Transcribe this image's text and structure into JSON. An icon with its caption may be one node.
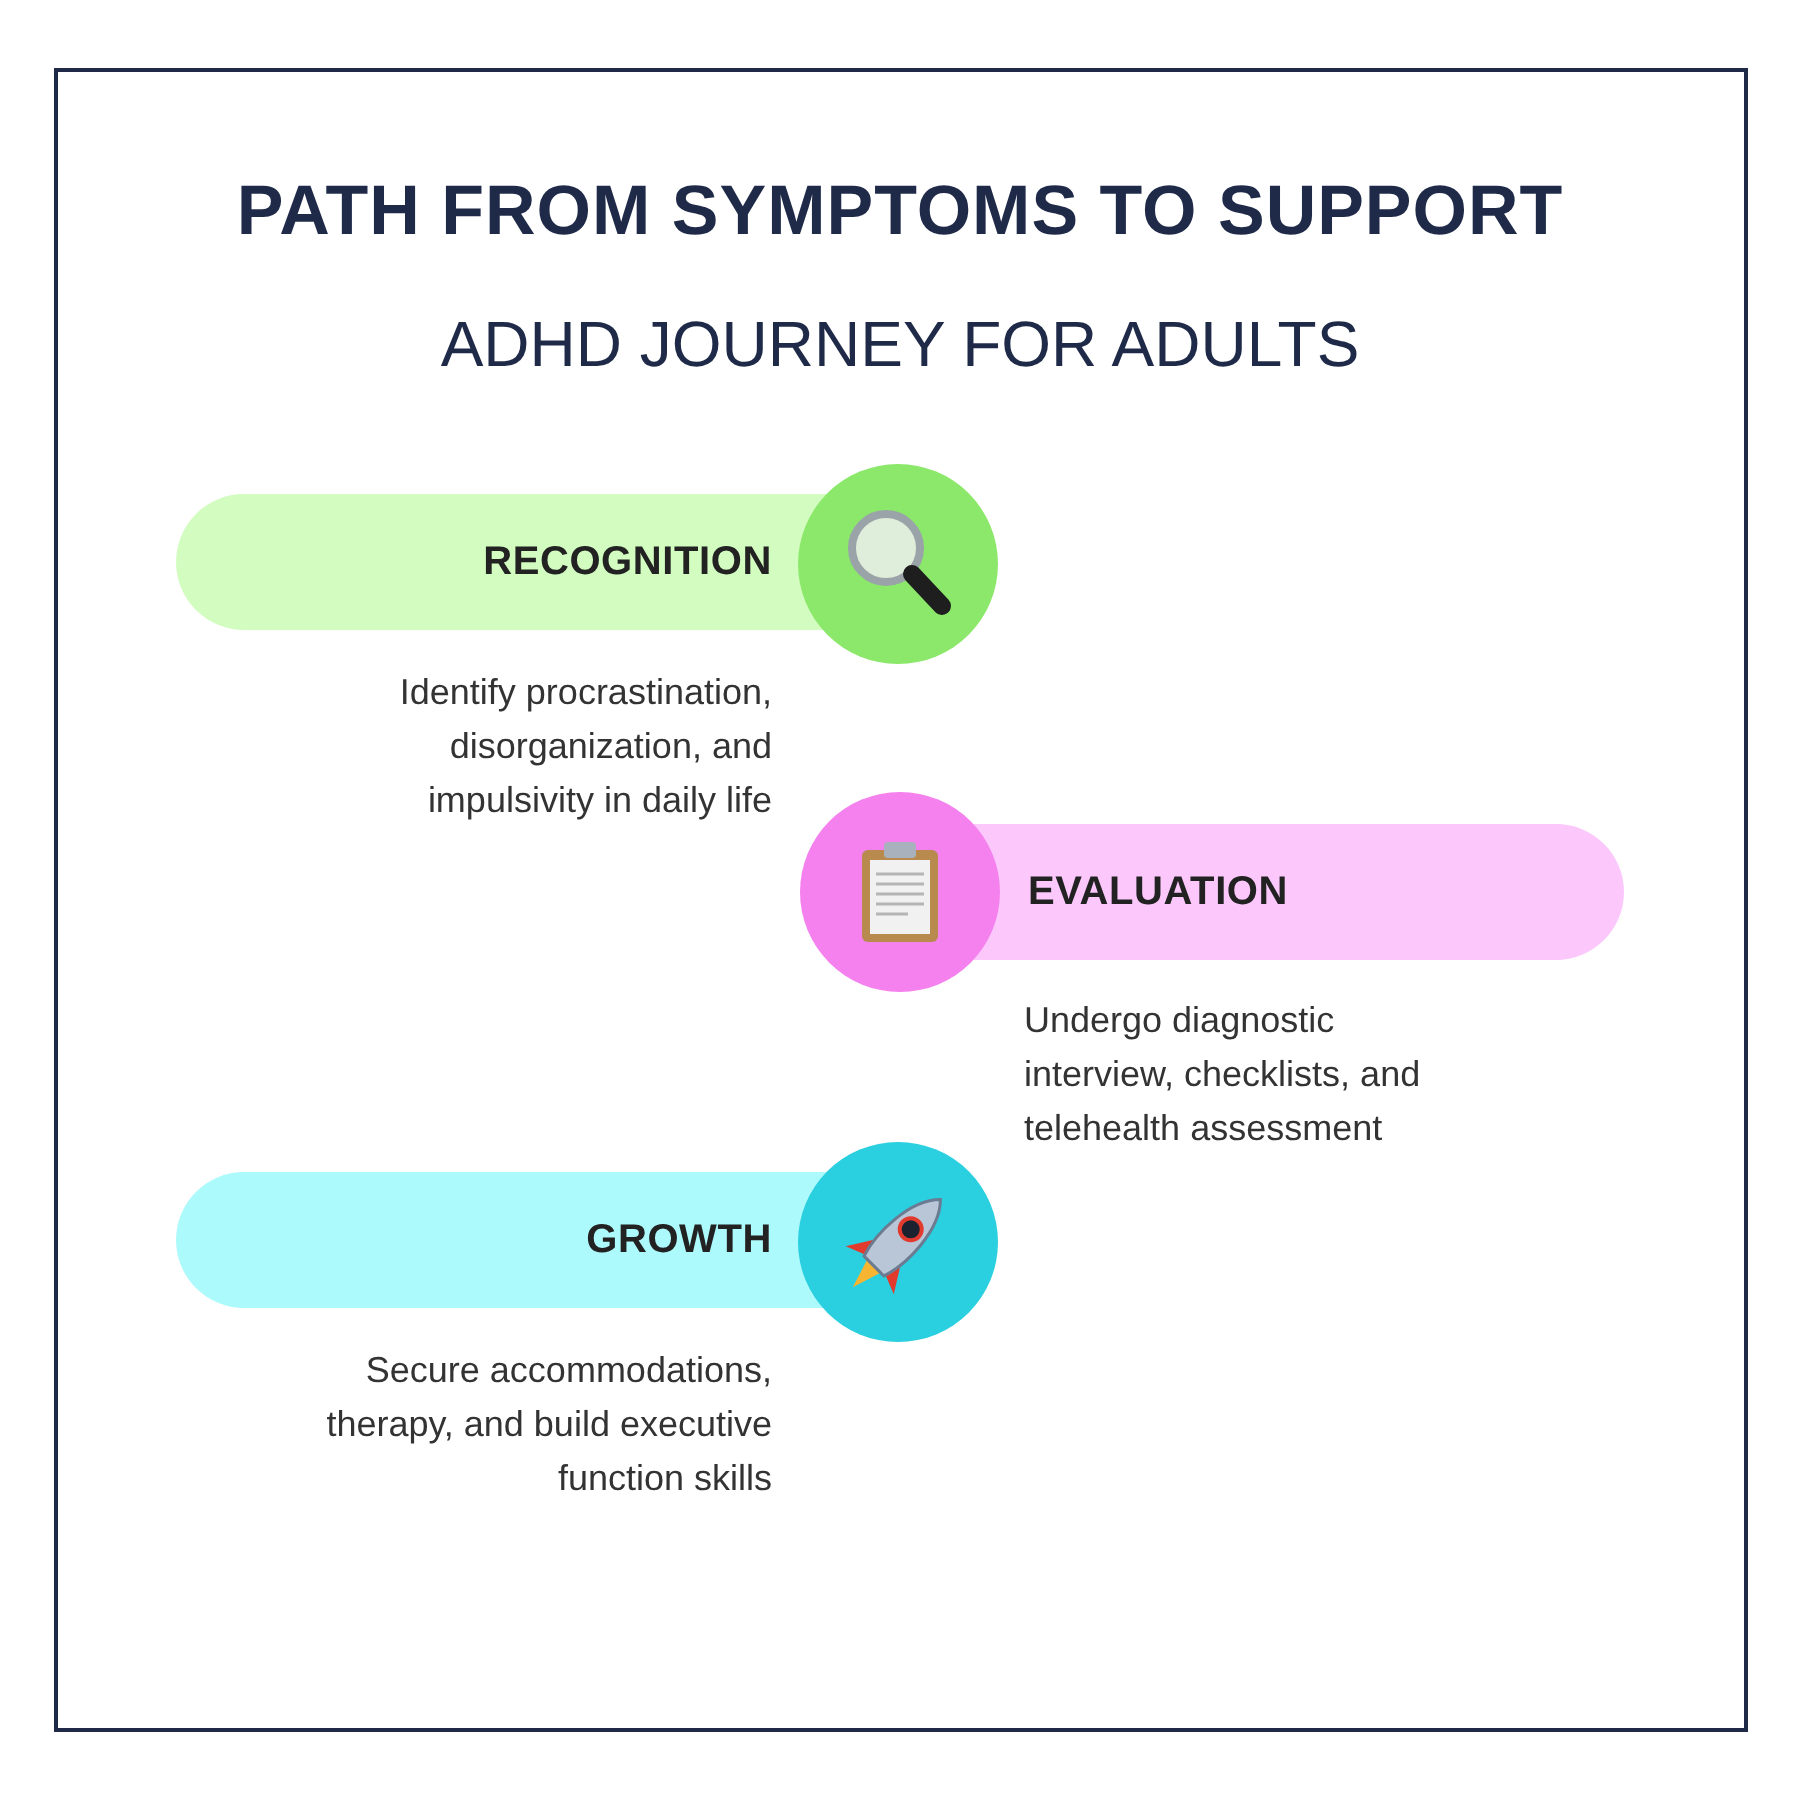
{
  "diagram": {
    "title": "PATH FROM SYMPTOMS TO SUPPORT",
    "nodes": [
      {
        "text": [
          "RECOGNITION"
        ],
        "beside": [
          "Identify procrastination, disorganization, and impulsivity in daily life"
        ]
      },
      {
        "text": [
          "EVALUATION"
        ],
        "beside": [
          "Undergo diagnostic interview, checklists, and telehealth assessment"
        ]
      },
      {
        "text": [
          "GROWTH"
        ],
        "beside": [
          "Secure accommodations, therapy, and build executive function skills"
        ]
      }
    ],
    "labels": [
      "ADHD JOURNEY FOR ADULTS"
    ]
  }
}
